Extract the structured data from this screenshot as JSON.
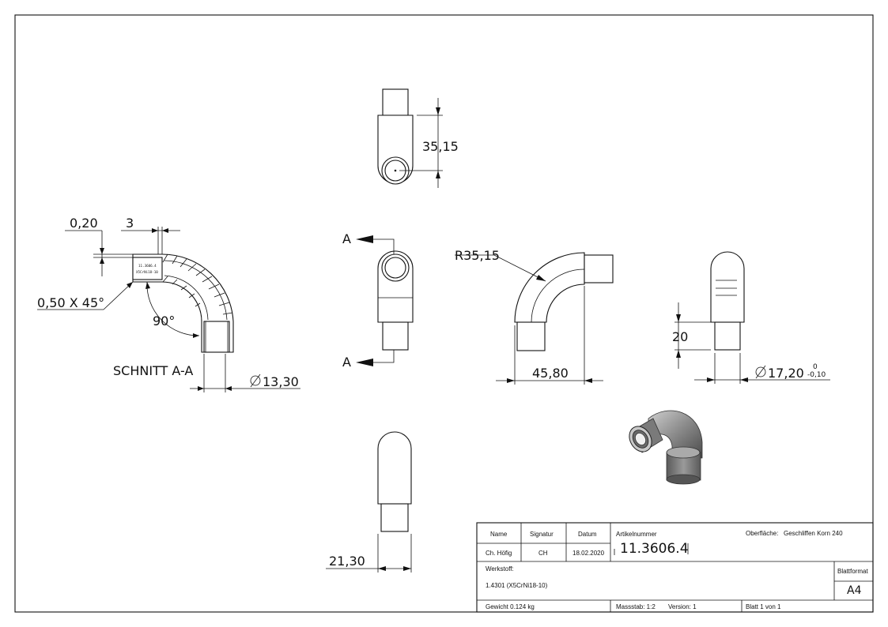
{
  "drawing": {
    "section_label": "SCHNITT A-A",
    "section_marker": "A",
    "dimensions": {
      "top_height": "35,15",
      "wall_thickness": "0,20",
      "stub_length": "3",
      "chamfer": "0,50 X 45°",
      "angle": "90°",
      "inner_diameter": "13,30",
      "radius": "R35,15",
      "front_width": "45,80",
      "right_insert": "20",
      "outer_diameter": "17,20",
      "tolerance_upper": "0",
      "tolerance_lower": "-0,10",
      "bottom_width": "21,30"
    },
    "engraving": [
      "11.3606.4",
      "X5CrNi18-10"
    ]
  },
  "title_block": {
    "headers": {
      "name": "Name",
      "signature": "Signatur",
      "date": "Datum",
      "article": "Artikelnummer",
      "surface_label": "Oberfläche:"
    },
    "values": {
      "name": "Ch. Höfig",
      "signature": "CH",
      "date": "18.02.2020",
      "article": "11.3606.4",
      "surface": "Geschliffen Korn 240"
    },
    "material_label": "Werkstoff:",
    "material": "1.4301 (X5CrNi18-10)",
    "format_label": "Blattformat",
    "format": "A4",
    "weight": "Gewicht 0.124 kg",
    "scale": "Massstab: 1:2",
    "version": "Version: 1",
    "sheet": "Blatt 1 von 1"
  },
  "colors": {
    "line": "#111111",
    "paper": "#ffffff",
    "shade_3d": "#8a8a8a"
  }
}
